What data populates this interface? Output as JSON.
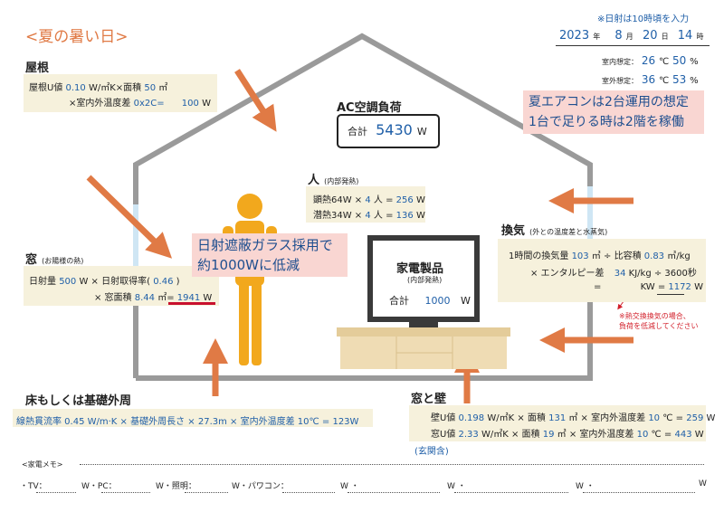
{
  "title": "<夏の暑い日>",
  "note_top": "※日射は10時頃を入力",
  "date": {
    "year": "2023",
    "year_u": "年",
    "month": "8",
    "month_u": "月",
    "day": "20",
    "day_u": "日",
    "hour": "14",
    "hour_u": "時"
  },
  "indoor": {
    "label": "室内想定：",
    "temp": "26",
    "temp_u": "℃",
    "hum": "50",
    "hum_u": "%"
  },
  "outdoor": {
    "label": "室外想定：",
    "temp": "36",
    "temp_u": "℃",
    "hum": "53",
    "hum_u": "%"
  },
  "aircon_note": {
    "line1": "夏エアコンは2台運用の想定",
    "line2": "1台で足りる時は2階を稼働"
  },
  "roof": {
    "heading": "屋根",
    "l1a": "屋根U値",
    "l1v": "0.10",
    "l1b": "W/㎡K×面積",
    "l1v2": "50",
    "l1c": "㎡",
    "l2a": "×室内外温度差",
    "l2v": "0x2C=",
    "l2v2": "100",
    "l2c": "W"
  },
  "ac": {
    "label": "AC空調負荷",
    "total_label": "合計",
    "total": "5430",
    "unit": "W"
  },
  "people": {
    "heading": "人",
    "sub": "(内部発熱)",
    "r1a": "顕熱64W ×",
    "r1v": "4",
    "r1b": "人 =",
    "r1t": "256",
    "r1u": "W",
    "r2a": "潜熱34W ×",
    "r2v": "4",
    "r2b": "人 =",
    "r2t": "136",
    "r2u": "W"
  },
  "window": {
    "heading": "窓",
    "sub": "(お陽様の熱)",
    "l1a": "日射量",
    "l1v": "500",
    "l1b": "W × 日射取得率(",
    "l1v2": "0.46",
    "l1c": ")",
    "l2a": "× 窓面積",
    "l2v": "8.44",
    "l2b": "㎡=",
    "l2v2": "1941",
    "l2c": "W"
  },
  "glass_note": {
    "line1": "日射遮蔽ガラス採用で",
    "line2": "約1000Wに低減"
  },
  "appliance": {
    "heading": "家電製品",
    "sub": "(内部発熱)",
    "total_label": "合計",
    "total": "1000",
    "unit": "W"
  },
  "vent": {
    "heading": "換気",
    "sub": "(外との温度差と水蒸気)",
    "l1a": "1時間の換気量",
    "l1v": "103",
    "l1b": "㎥ ÷ 比容積",
    "l1v2": "0.83",
    "l1c": "㎥/kg",
    "l2a": "× エンタルピー差",
    "l2v": "34",
    "l2b": "KJ/kg ÷ 3600秒",
    "l3a": "=",
    "l3b": "KW =",
    "l3v": "1172",
    "l3c": "W"
  },
  "vent_note": {
    "line1": "※熱交換換気の場合、",
    "line2": "負荷を低減してください"
  },
  "floor": {
    "heading": "床もしくは基礎外周",
    "l1a": "線熱貫流率 0.45 W/m·K",
    "l1b": "× 基礎外周長さ × 27.3m × 室内外温度差 10℃ = 123W"
  },
  "wall": {
    "heading": "窓と壁",
    "w_a": "壁U値",
    "w_v": "0.198",
    "w_b": "W/㎡K × 面積",
    "w_v2": "131",
    "w_c": "㎡ × 室内外温度差",
    "w_v3": "10",
    "w_d": "℃ =",
    "w_v4": "259",
    "w_e": "W",
    "g_a": "窓U値",
    "g_v": "2.33",
    "g_b": "W/㎡K × 面積",
    "g_v2": "19",
    "g_c": "㎡ × 室内外温度差",
    "g_v3": "10",
    "g_d": "℃ =",
    "g_v4": "443",
    "g_e": "W",
    "note": "(玄関含)"
  },
  "memo": {
    "heading": "<家電メモ>",
    "items": [
      "・TV：",
      "W・PC：",
      "W・照明：",
      "W・パワコン：",
      "W ・",
      "W ・",
      "W ・",
      "W"
    ]
  },
  "colors": {
    "arrow": "#e07a45",
    "house": "#9a9a9a",
    "person": "#f2a81d",
    "furniture": "#efdcb4"
  }
}
